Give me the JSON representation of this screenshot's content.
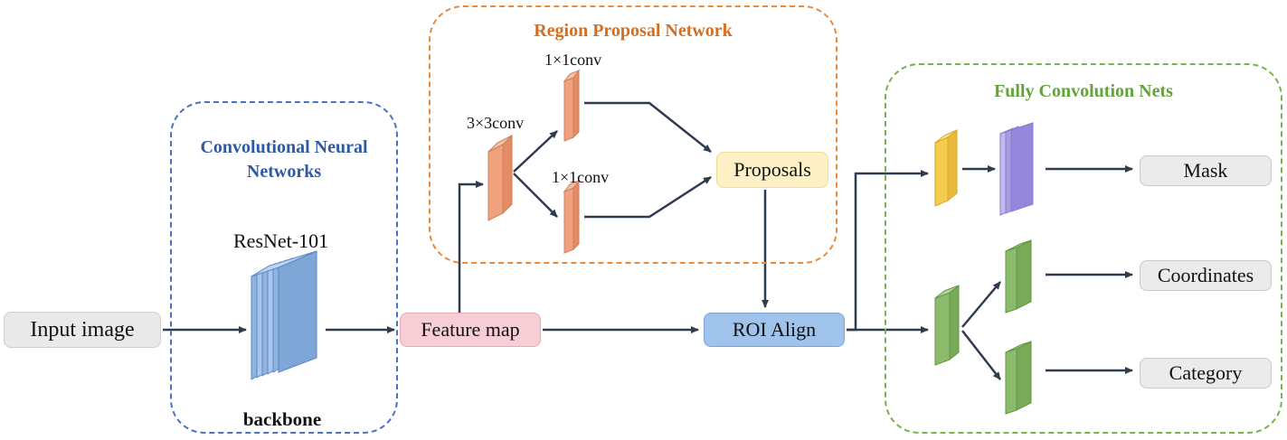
{
  "groups": {
    "cnn_title": "Convolutional Neural\nNetworks",
    "rpn_title": "Region Proposal Network",
    "fcn_title": "Fully Convolution Nets"
  },
  "labels": {
    "resnet": "ResNet-101",
    "backbone": "backbone",
    "conv3x3": "3×3conv",
    "conv1x1_top": "1×1conv",
    "conv1x1_bottom": "1×1conv"
  },
  "boxes": {
    "input": "Input image",
    "feature_map": "Feature map",
    "roi_align": "ROI Align",
    "proposals": "Proposals",
    "mask": "Mask",
    "coordinates": "Coordinates",
    "category": "Category"
  },
  "colors": {
    "cnn": "#4a72c4",
    "rpn": "#ec8a3a",
    "fcn": "#78b24a",
    "arrow": "#2f3b4f",
    "backbone_layer": "#8fb4e2",
    "rpn_layer": "#f0a27e",
    "mask_head_1": "#f6cc4e",
    "mask_head_2": "#a79be2",
    "fcn_layer": "#8dbb6d"
  }
}
